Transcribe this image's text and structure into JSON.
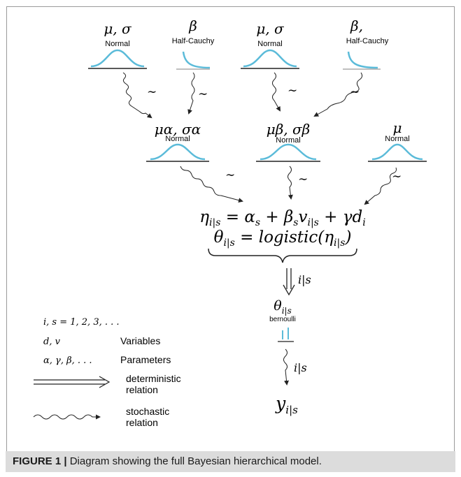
{
  "priors": [
    {
      "symbol": "μ, σ",
      "dist": "Normal"
    },
    {
      "symbol": "β",
      "dist": "Half-Cauchy"
    },
    {
      "symbol": "μ, σ",
      "dist": "Normal"
    },
    {
      "symbol": "β,",
      "dist": "Half-Cauchy"
    }
  ],
  "hyper": [
    {
      "symbol": "μα, σα",
      "dist": "Normal"
    },
    {
      "symbol": "μβ, σβ",
      "dist": "Normal"
    },
    {
      "symbol": "μ",
      "dist": "Normal"
    }
  ],
  "tilde": "∼",
  "equation": {
    "line1": "η_{i|s} = α_s + β_s v_{i|s} + γ d_i",
    "line2": "θ_{i|s} = logistic(η_{i|s})"
  },
  "theta_node": {
    "symbol": "θi|s",
    "dist": "bernoulli"
  },
  "index_label": "i|s",
  "output_node": "yi|s",
  "legend": {
    "index_def": "i, s = 1, 2, 3, . . .",
    "rows": [
      {
        "symbol": "d, v",
        "text": "Variables"
      },
      {
        "symbol": "α, γ, β, . . .",
        "text": "Parameters"
      },
      {
        "symbol": "",
        "text": "deterministic relation"
      },
      {
        "symbol": "",
        "text": "stochastic relation"
      }
    ]
  },
  "caption": {
    "prefix": "FIGURE 1 |",
    "text": " Diagram showing the full Bayesian hierarchical model."
  },
  "colors": {
    "curve": "#5bbbd9",
    "line": "#222222",
    "caption_bg": "#dcdcdc"
  }
}
